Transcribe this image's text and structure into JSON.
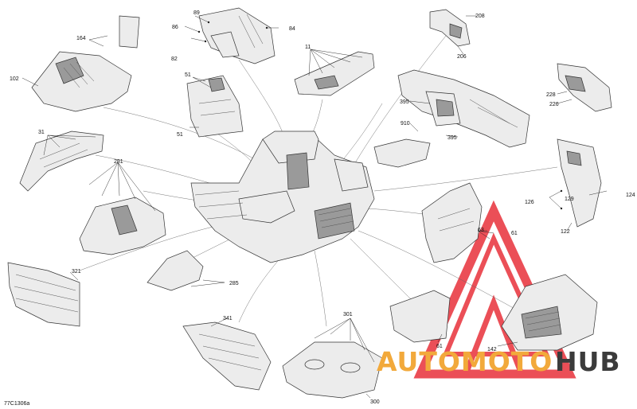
{
  "image_code": "77C1306a",
  "watermark": {
    "text_orange": "AUTOMOTO",
    "text_dark": "HUB",
    "color_orange": "#F2A93B",
    "color_dark": "#3B3B3B",
    "color_triangle": "#E8313A"
  },
  "callouts": {
    "c1": "164",
    "c2": "102",
    "c3": "89",
    "c4": "86",
    "c5": "82",
    "c6": "84",
    "c7": "208",
    "c8": "206",
    "c9": "11",
    "c10": "51",
    "c11": "51",
    "c12": "395",
    "c13": "910",
    "c14": "395",
    "c15": "228",
    "c16": "226",
    "c17": "31",
    "c18": "281",
    "c19": "126",
    "c20": "129",
    "c21": "124",
    "c22": "122",
    "c23": "63",
    "c24": "61",
    "c25": "321",
    "c26": "285",
    "c27": "341",
    "c28": "301",
    "c29": "300",
    "c30": "61",
    "c31": "142"
  }
}
